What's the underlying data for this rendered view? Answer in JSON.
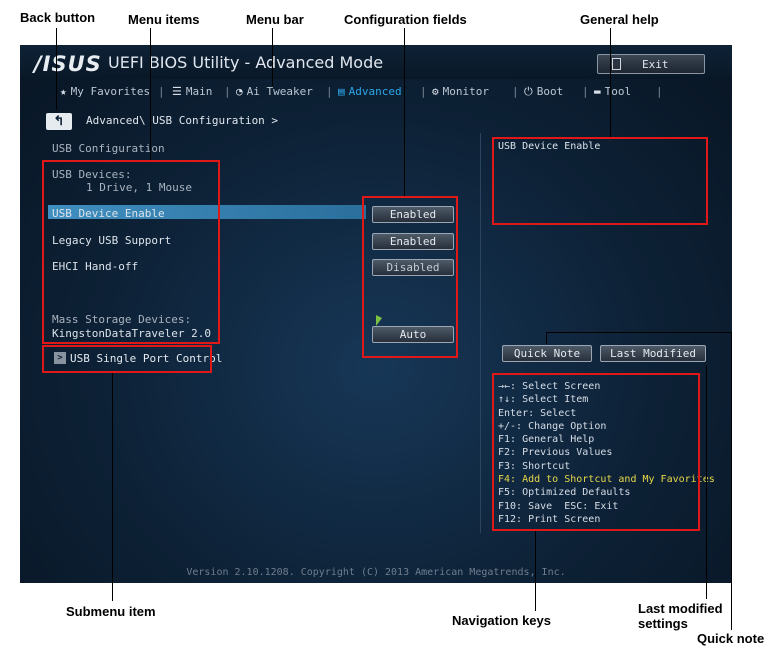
{
  "annotations": {
    "back_button": "Back button",
    "menu_items": "Menu items",
    "menu_bar": "Menu bar",
    "configuration_fields": "Configuration fields",
    "general_help": "General help",
    "submenu_item": "Submenu item",
    "navigation_keys": "Navigation keys",
    "last_modified_settings_1": "Last modified",
    "last_modified_settings_2": "settings",
    "quick_note": "Quick note"
  },
  "window": {
    "logo": "/ISUS",
    "title": "UEFI BIOS Utility - Advanced Mode",
    "exit_label": "Exit"
  },
  "menubar": {
    "items": [
      {
        "icon": "★",
        "label": "My Favorites"
      },
      {
        "icon": "☰",
        "label": "Main"
      },
      {
        "icon": "◔",
        "label": "Ai Tweaker"
      },
      {
        "icon": "▤",
        "label": "Advanced"
      },
      {
        "icon": "⚙",
        "label": "Monitor"
      },
      {
        "icon": "⏻",
        "label": "Boot"
      },
      {
        "icon": "▬",
        "label": "Tool"
      }
    ]
  },
  "breadcrumb": {
    "back_glyph": "↰",
    "path": "Advanced\\ USB Configuration >"
  },
  "section": {
    "title": "USB Configuration",
    "usb_devices_label": "USB Devices:",
    "usb_devices_value": "1 Drive, 1 Mouse",
    "mass_storage_label": "Mass Storage Devices:",
    "mass_storage_value": "KingstonDataTraveler 2.0"
  },
  "items": [
    {
      "label": "USB Device Enable",
      "value": "Enabled"
    },
    {
      "label": "Legacy USB Support",
      "value": "Enabled"
    },
    {
      "label": "EHCI Hand-off",
      "value": "Disabled"
    }
  ],
  "mass_storage_option": "Auto",
  "submenu": {
    "arrow": ">",
    "label": "USB Single Port Control"
  },
  "help": {
    "text": "USB Device Enable"
  },
  "buttons": {
    "quick_note": "Quick Note",
    "last_modified": "Last Modified"
  },
  "nav_keys": [
    "→←: Select Screen",
    "↑↓: Select Item",
    "Enter: Select",
    "+/-: Change Option",
    "F1: General Help",
    "F2: Previous Values",
    "F3: Shortcut",
    "F4: Add to Shortcut and My Favorites",
    "F5: Optimized Defaults",
    "F10: Save  ESC: Exit",
    "F12: Print Screen"
  ],
  "footer": "Version 2.10.1208. Copyright (C) 2013 American Megatrends, Inc.",
  "colors": {
    "annotation_box": "#e01818",
    "active_menu": "#2aa6e8",
    "highlight": "#3f8fc0",
    "f4_key": "#e8d84a"
  }
}
